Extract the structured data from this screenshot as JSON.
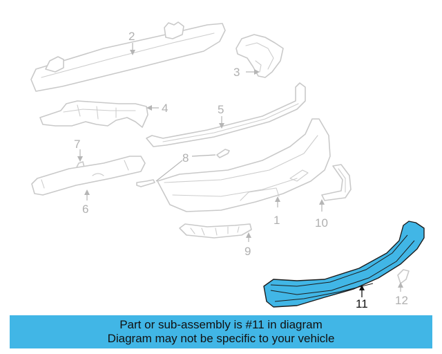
{
  "diagram": {
    "callouts": {
      "c1": "1",
      "c2": "2",
      "c3": "3",
      "c4": "4",
      "c5": "5",
      "c6": "6",
      "c7": "7",
      "c8": "8",
      "c9": "9",
      "c10": "10",
      "c11": "11",
      "c12": "12"
    },
    "highlight_color": "#41b6e6",
    "ghost_color": "#c9c9c9"
  },
  "banner": {
    "line1": "Part or sub-assembly is #11 in diagram",
    "line2": "Diagram may not be specific to your vehicle",
    "background": "#41b6e6"
  }
}
